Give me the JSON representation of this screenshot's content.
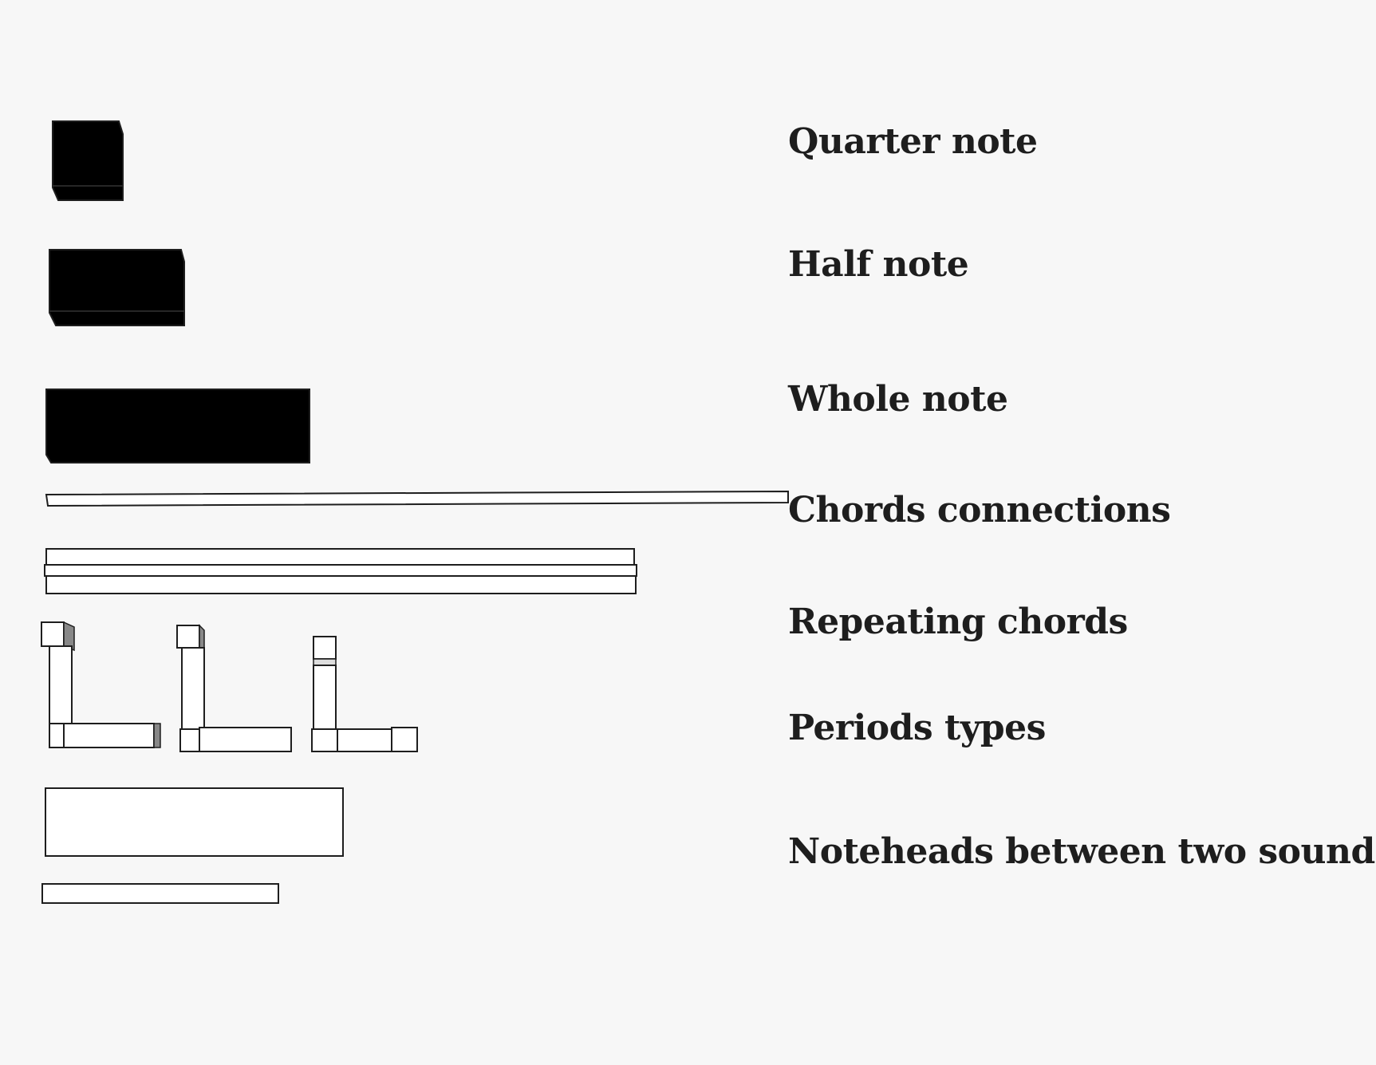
{
  "legend": {
    "items": [
      {
        "id": "quarter",
        "label": "Quarter note"
      },
      {
        "id": "half",
        "label": "Half note"
      },
      {
        "id": "whole",
        "label": "Whole note"
      },
      {
        "id": "chords",
        "label": "Chords connections"
      },
      {
        "id": "repeat",
        "label": "Repeating chords"
      },
      {
        "id": "periods",
        "label": "Periods types"
      },
      {
        "id": "noteheads",
        "label": "Noteheads between two sounds"
      }
    ]
  },
  "colors": {
    "background": "#f7f7f7",
    "block_fill_dark": "#000000",
    "block_fill_light": "#ffffff",
    "outline": "#1e1e1e",
    "text": "#1e1e1e"
  }
}
